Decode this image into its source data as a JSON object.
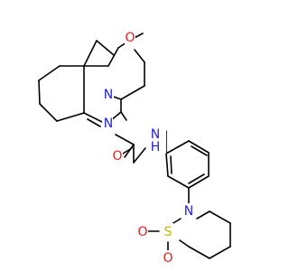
{
  "molecule": {
    "colors": {
      "bond": "#000000",
      "N": "#1f1fe0",
      "O": "#e01f1f",
      "S": "#b9b900",
      "H": "#1f1fe0"
    },
    "atoms": {
      "O1": "O",
      "N1": "N",
      "N2": "N",
      "O2": "O",
      "NH": "N",
      "H": "H",
      "N3": "N",
      "S": "S",
      "O3": "O",
      "O4": "O"
    }
  }
}
